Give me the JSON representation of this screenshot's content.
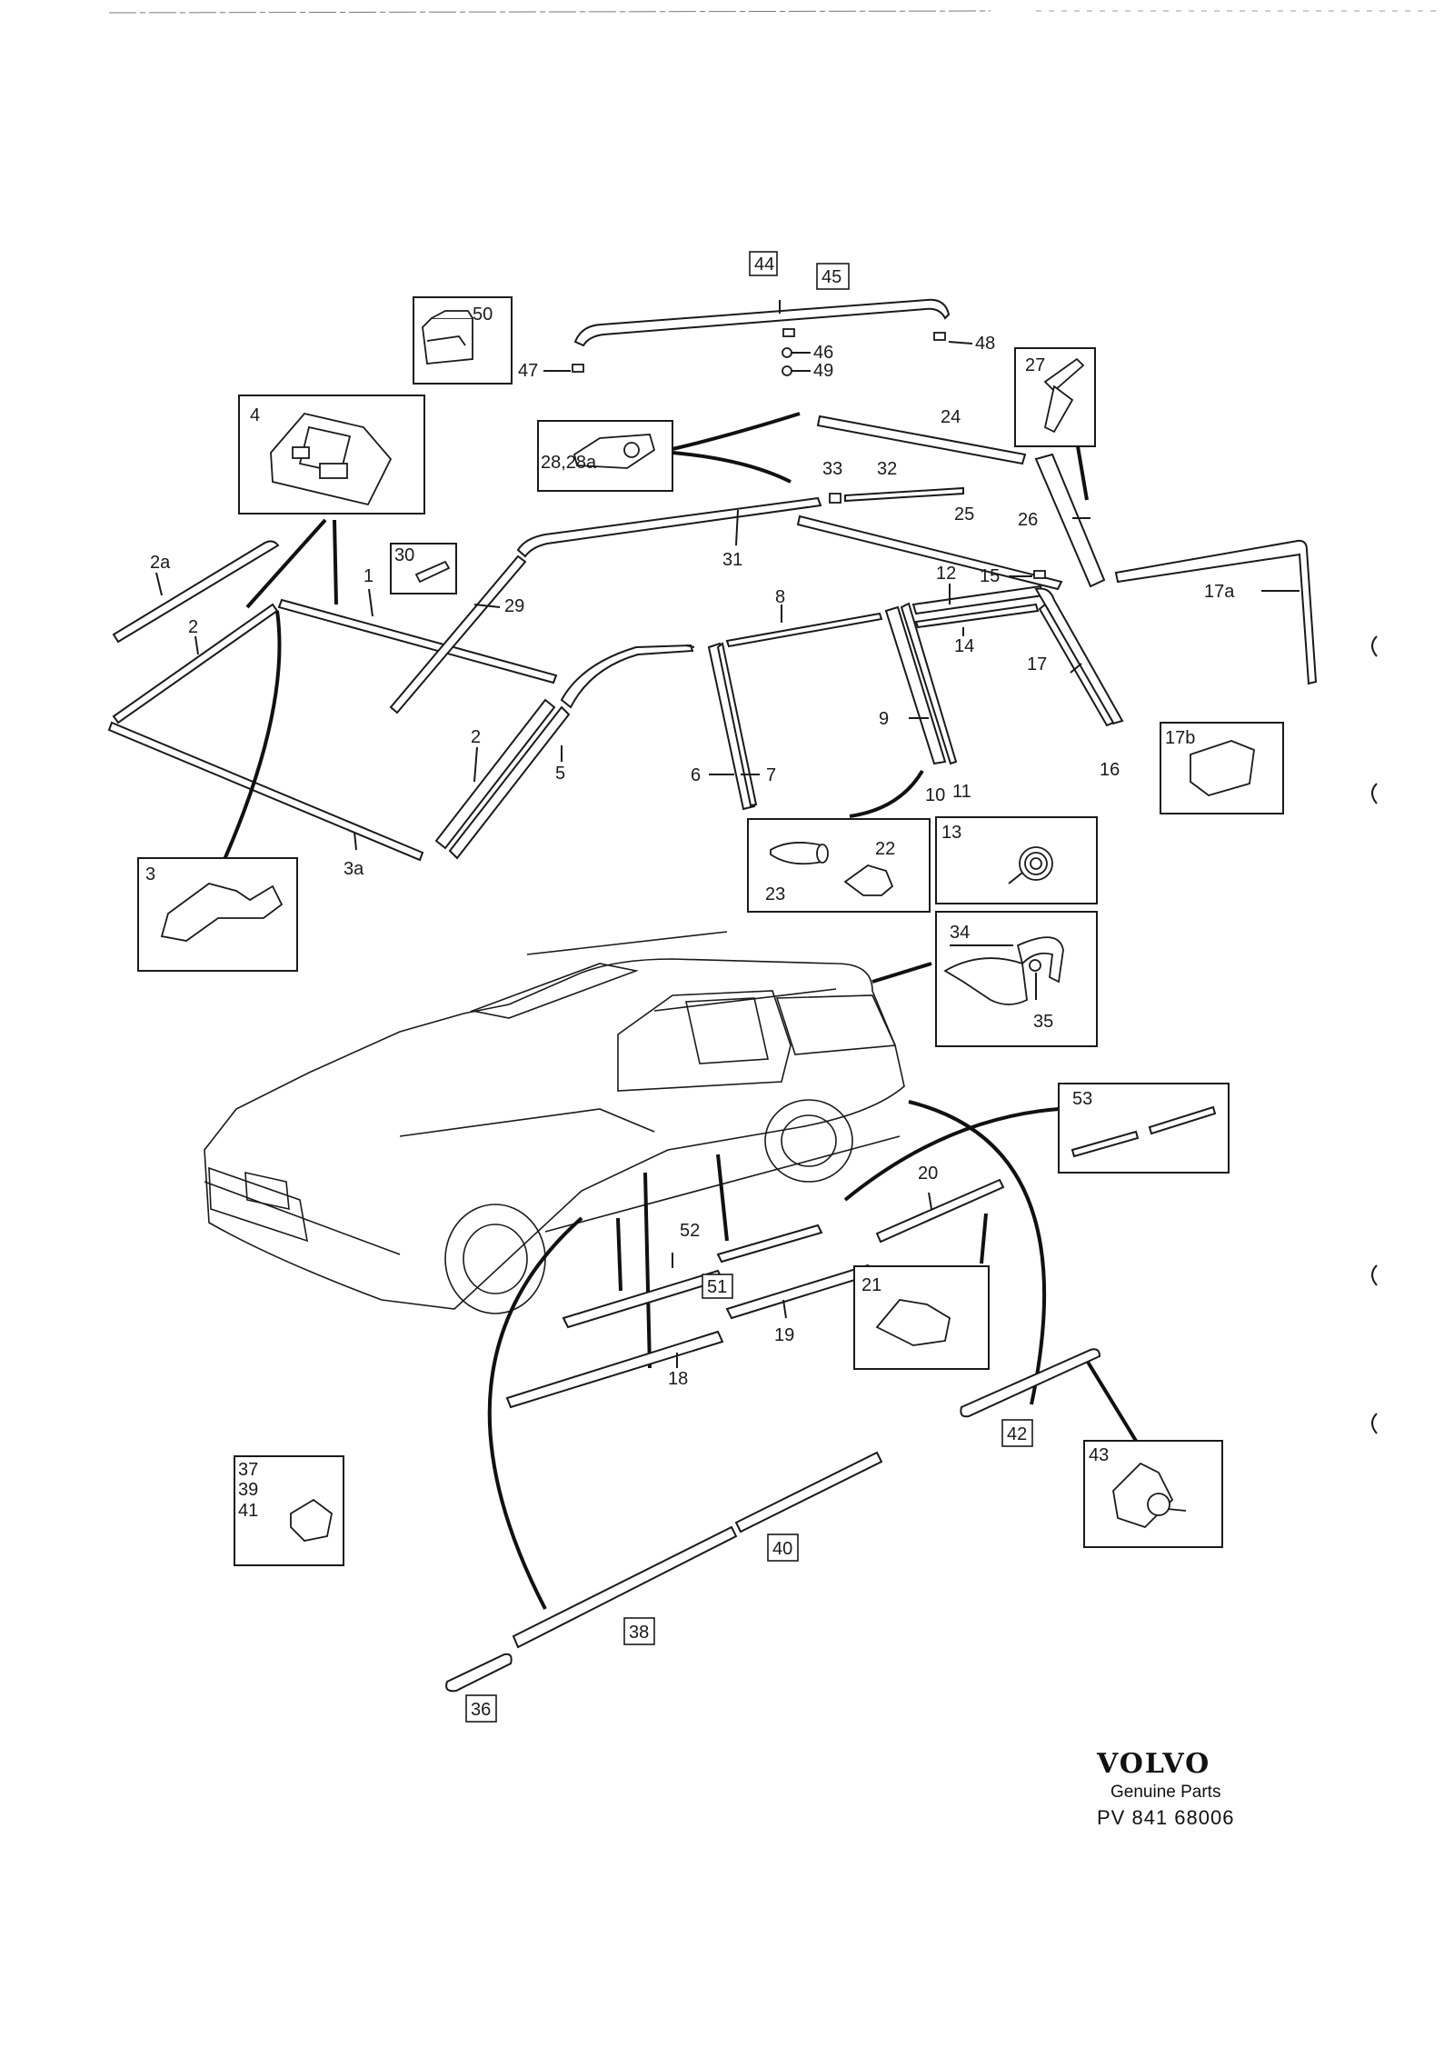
{
  "labels": {
    "p1": "1",
    "p2a": "2a",
    "p2top": "2",
    "p2": "2",
    "p3": "3",
    "p3a": "3a",
    "p4": "4",
    "p5": "5",
    "p6": "6",
    "p7": "7",
    "p8": "8",
    "p9": "9",
    "p10": "10",
    "p11": "11",
    "p12": "12",
    "p13": "13",
    "p14": "14",
    "p15": "15",
    "p16": "16",
    "p17": "17",
    "p17a": "17a",
    "p17b": "17b",
    "p18": "18",
    "p19": "19",
    "p20": "20",
    "p21": "21",
    "p22": "22",
    "p23": "23",
    "p24": "24",
    "p25": "25",
    "p26": "26",
    "p27": "27",
    "p28": "28,28a",
    "p29": "29",
    "p30": "30",
    "p31": "31",
    "p32": "32",
    "p33": "33",
    "p34": "34",
    "p35": "35",
    "p36": "36",
    "p37": "37",
    "p39": "39",
    "p41": "41",
    "p38": "38",
    "p40": "40",
    "p42": "42",
    "p43": "43",
    "p44": "44",
    "p45": "45",
    "p46": "46",
    "p47": "47",
    "p48": "48",
    "p49": "49",
    "p50": "50",
    "p51": "51",
    "p52": "52",
    "p53": "53"
  },
  "brand": {
    "logo": "VOLVO",
    "subtitle": "Genuine Parts",
    "code": "PV 841 68006"
  }
}
